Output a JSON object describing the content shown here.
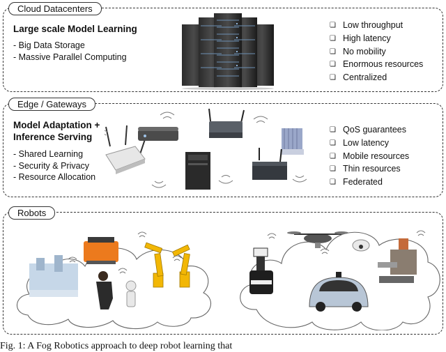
{
  "tiers": {
    "cloud": {
      "tag": "Cloud Datacenters",
      "heading": "Large scale Model Learning",
      "items": [
        "- Big Data Storage",
        "- Massive Parallel Computing"
      ],
      "traits": [
        "Low throughput",
        "High latency",
        "No mobility",
        "Enormous resources",
        "Centralized"
      ]
    },
    "edge": {
      "tag": "Edge / Gateways",
      "heading_line1": "Model Adaptation +",
      "heading_line2": "Inference Serving",
      "items": [
        "- Shared Learning",
        "- Security & Privacy",
        "- Resource Allocation"
      ],
      "traits": [
        "QoS guarantees",
        "Low latency",
        "Mobile resources",
        "Thin resources",
        "Federated"
      ]
    },
    "robots": {
      "tag": "Robots"
    }
  },
  "caption": "Fig. 1: A Fog Robotics approach to deep robot learning that"
}
